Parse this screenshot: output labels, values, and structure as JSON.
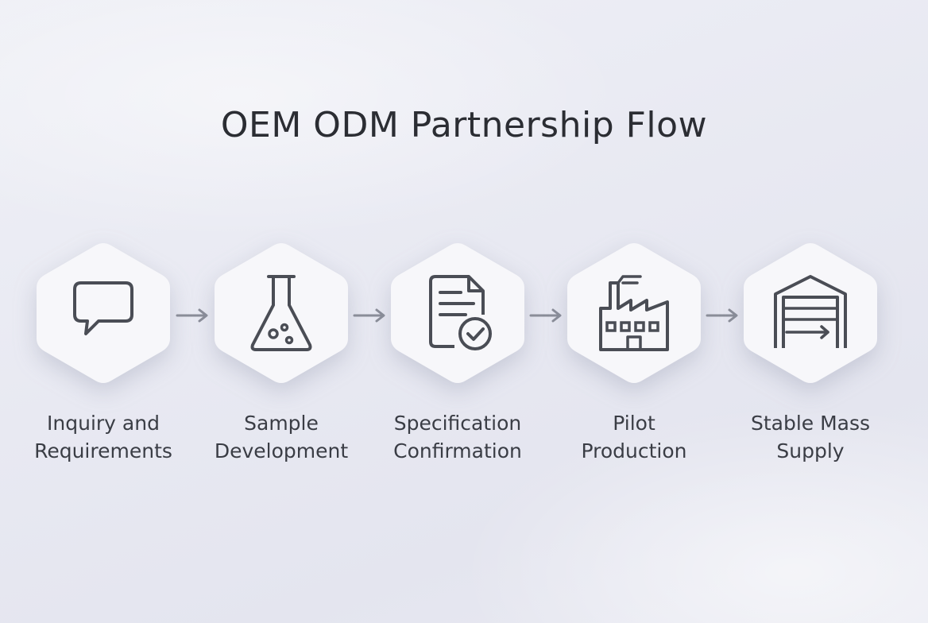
{
  "diagram": {
    "title": "OEM ODM Partnership Flow",
    "steps": [
      {
        "label": "Inquiry and\nRequirements",
        "icon": "speech-bubble-icon"
      },
      {
        "label": "Sample\nDevelopment",
        "icon": "flask-icon"
      },
      {
        "label": "Specification\nConfirmation",
        "icon": "document-check-icon"
      },
      {
        "label": "Pilot\nProduction",
        "icon": "factory-icon"
      },
      {
        "label": "Stable Mass\nSupply",
        "icon": "warehouse-icon"
      }
    ],
    "colors": {
      "hex_fill": "#f7f7fa",
      "icon_stroke": "#4a4d55",
      "arrow": "#8a8d98",
      "title": "#2b2d33"
    }
  }
}
